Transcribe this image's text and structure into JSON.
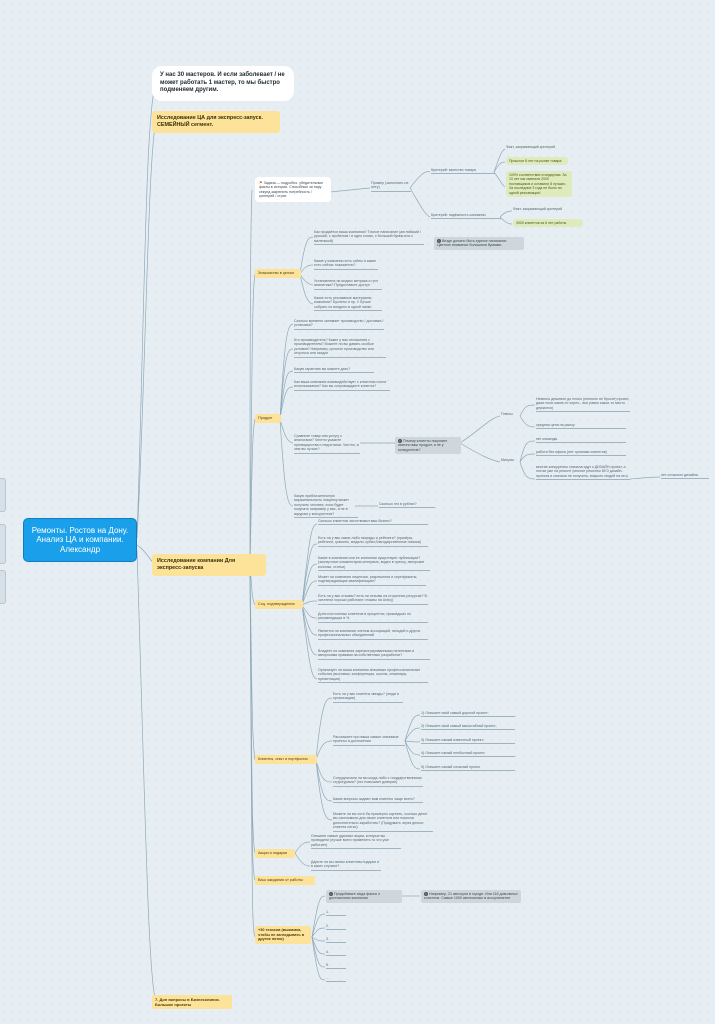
{
  "root": "Ремонты. Ростов на Дону. Анализ ЦА и компании. Александр",
  "top_note": "У нас 30 мастеров. И если заболевает / не может работать 1 мастер, то мы быстро подменяем другим.",
  "segment1": "Исследование ЦА для экспресс-запуск. СЕМЕЙНЫЙ сегмент.",
  "segment2": "Исследование компании Для экспресс-запуска",
  "final_topic": "7. Доп вопросы в Бизнесклиниc. Большие проекты",
  "example_block": {
    "intro": "Задача — подробно. убедительные факты в истории. Способные за пару секунд закрепить потребность / критерий / страх",
    "label": "Пример (заполнить на лету)",
    "criterion1": "Критерий: качество товара",
    "criterion2": "Критерий: надёжность компании",
    "fact1": "Факт, закрывающий критерий",
    "fact1_green1": "Прошлое 8 лет на рынке товара",
    "fact1_green2": "100% соответствие стандартам. За 10 лет мы сменили 2000 поставщиков и оставили 8 лучших. За последние 3 года не было ни одной рекламации!",
    "fact2": "Факт, закрывающий критерий",
    "fact2_green": "3000 клиентов за 6 лет работы"
  },
  "company_intro": {
    "label": "Знакомство в целом",
    "q1": "Как продаётся ваша компания? Точное написание (английский / русский, с пробелом / в одно слово, с большой буквы или с маленькой)",
    "q1_note": "Везде должно быть единое написание. Цветное внимание большими буквами",
    "q2": "Какие у компании есть сайты и какие есть сейчас показатели?",
    "q3": "Установлена ли яндекс метрика и гугл аналитика? Предоставьте доступ",
    "q4": "Какие есть рекламные материалы компании? Буклеты и пр. // Лучше собрать их воедино в одной папке"
  },
  "product": {
    "label": "Продукт",
    "q1": "Сколько времени занимает производство / доставка / установка?",
    "q2": "Кто производитель? Какие у вас отношения с производителем? Можете ли вы давать особые условия? Например, срочное производство или отсрочка или скидки",
    "q3": "Какую гарантию вы можете дать?",
    "q4": "Как ваша компания взаимодействует с клиентом после использования? Как вы сопровождаете клиента?",
    "q5": "Сравните товар или услугу с аналогами? Честно укажите преимущества и недостатки. Честно, в чем вы лучше?",
    "q5_note": "Почему клиенты покупают именно ваш продукт, а не у конкурентов?",
    "plus_label": "Плюсы",
    "plus1": "Немного дешевле до плохо (немного не бросят) проект, даже если какие-то черно - все равно какое-то место держится)",
    "plus2": "средняя цена на рынку",
    "minus_label": "Минусы",
    "minus1": "нет команды",
    "minus2": "работа без офиса (нет органики клиентов)",
    "minus3": "многие конкуренты сначала идут к ДИЗАЙН-проект, а потом уже на ремонт (многие ремонты БЕЗ дизайн-проекта и сначала не получить, вскрыть людей на это)",
    "minus3_child": "нет сложного дизайна",
    "q6": "Какую приблизительную маржинальность /наценку может получить человек, если будет покупать например у вас, а не в ацкурам у конкурентов?",
    "q6_child": "Сколько это в рублях?"
  },
  "trust": {
    "label": "Соц. подтверждения",
    "items": [
      "Сколько клиентов частотвовал ваш бизнес?",
      "Есть ли у вас какие-либо награды и рейтинги? (призёры, рейтинги, грамоты, медали, кубки,благодарственные письма)",
      "Какие в компании или ее компании существуют публикации? (экспертные комментарии,интервью, видео в прессу, авторские колонки, статьи)",
      "Может ли компания лицензии, разрешения и сертификаты, подтверждающие квалификацию?",
      "Есть ли у вас отзывы? есть ли отзывы на сторонних ресурсах? В читатели хорошо работают отзывы на Avito))",
      "Доля постоянных клиентов в процентах, пришедших по рекомендации в %",
      "Является ли компания членом ассоциаций, гильдий и других профессиональных объединений",
      "Владеет ли компания зарегистрированными патентами и авторскими правами на собственные разработки?",
      "Организует ли ваша компания значимые профессиональные события (выставки, конференции, школы, семинары, презентации)"
    ]
  },
  "clients": {
    "label": "Клиенты, опыт и портфолио",
    "q1": "Есть ли у вас клиенты звезды? (люди и организации)",
    "q2": "Расскажите про ваши самые значимые проекты и достижения",
    "subs": [
      "1) Опишите свой самый дорогой проект;",
      "2) Опишите свой самый масштабный проект;",
      "3) Опишите самый известный проект;",
      "4) Опишите самый необычный проект;",
      "5) Опишите самый сложный проект"
    ],
    "q3": "Сотрудничали ли вы когда-либо с государственными структурами? (это повышает доверие)",
    "q4": "Какие вопросы задают вам клиенты чаще всего?",
    "q5": "Можете ли вы хотя бы примерно оценить, сколько денег вы сэкономили для своих клиентов или помогли дополнительно заработать? (Придумать через деньги клиента легко)"
  },
  "promos": {
    "label": "Акции и подарки",
    "q1": "Опишите самые удачные акции, которые вы проводили (лучше всего применить то что уже работает)",
    "q2": "Дарите ли вы своим клиентам подарки и в каких случаях?"
  },
  "ways": {
    "label": "Ваш ожидания от работы"
  },
  "thirty": {
    "label": "+30 тезисов (выжимка, чтобы не заглядывать в другие пятки)",
    "main": "Придобавьте сюда факты о достижениях компании",
    "note": "Например, 21 автосуля в городе. Или 118 довольных клиентов. Самые 1000 автономных в ассортименте",
    "list": [
      "1.",
      "2.",
      "3.",
      "4.",
      "5.",
      "…"
    ]
  }
}
